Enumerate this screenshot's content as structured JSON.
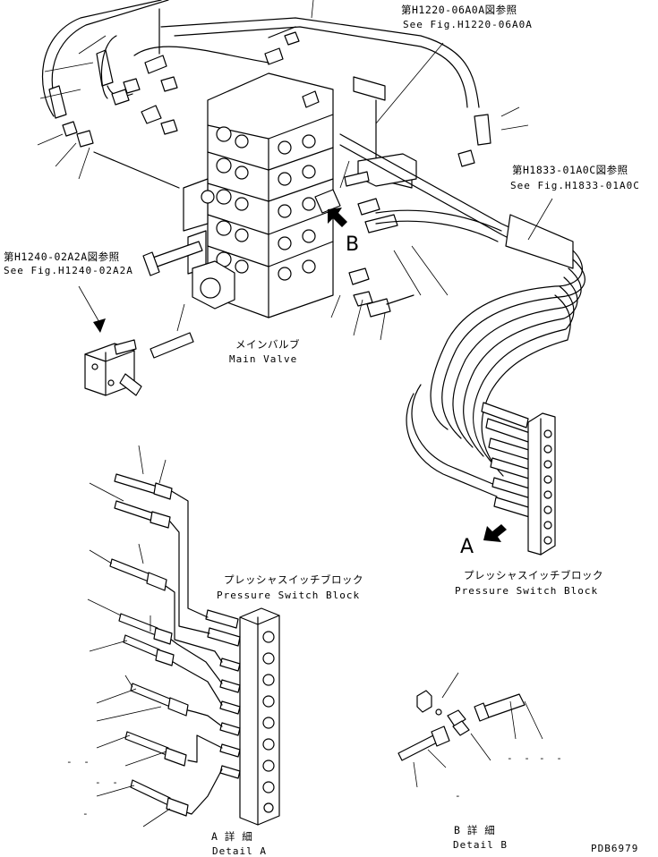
{
  "refs": {
    "h1220_jp": "第H1220-06A0A図参照",
    "h1220_en": "See Fig.H1220-06A0A",
    "h1833_jp": "第H1833-01A0C図参照",
    "h1833_en": "See Fig.H1833-01A0C",
    "h1240_jp": "第H1240-02A2A図参照",
    "h1240_en": "See Fig.H1240-02A2A"
  },
  "main_valve": {
    "jp": "メインバルブ",
    "en": "Main Valve"
  },
  "pressure_switch_block_top": {
    "jp": "プレッシャスイッチブロック",
    "en": "Pressure Switch Block"
  },
  "pressure_switch_block_detail": {
    "jp": "プレッシャスイッチブロック",
    "en": "Pressure Switch Block"
  },
  "callouts": {
    "a": "A",
    "b": "B"
  },
  "detail_a": {
    "jp": "A 詳 細",
    "en": "Detail A"
  },
  "detail_b": {
    "jp": "B 詳 細",
    "en": "Detail B"
  },
  "drawing_number": "PDB6979",
  "blank_marks": {
    "m1": "- -",
    "m2": "- -",
    "m3": "-",
    "m4": "- -",
    "m5": "- -",
    "m6": "-"
  }
}
